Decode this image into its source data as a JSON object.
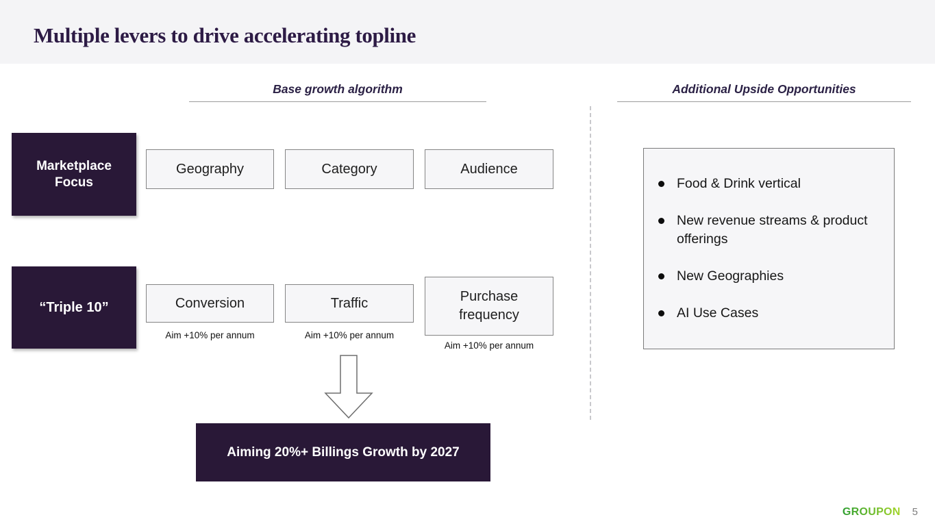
{
  "title": "Multiple levers to drive accelerating topline",
  "base": {
    "header": "Base growth algorithm",
    "row1_label": "Marketplace Focus",
    "row1_boxes": [
      "Geography",
      "Category",
      "Audience"
    ],
    "row2_label": "“Triple 10”",
    "row2_boxes": [
      "Conversion",
      "Traffic",
      "Purchase frequency"
    ],
    "aim_note": "Aim +10% per annum",
    "outcome": "Aiming 20%+ Billings Growth by 2027"
  },
  "upside": {
    "header": "Additional Upside Opportunities",
    "bullets": [
      "Food & Drink vertical",
      "New revenue streams & product offerings",
      "New Geographies",
      "AI Use Cases"
    ]
  },
  "footer": {
    "logo": "GROUPON",
    "page_number": "5"
  },
  "icons": {
    "flow_arrow": "arrow-down-icon"
  },
  "colors": {
    "dark_purple": "#291837",
    "title_text": "#2d1b45",
    "header_strip": "#f4f4f6",
    "box_fill": "#f6f6f8",
    "box_border": "#848484",
    "groupon_green_start": "#2e9e30",
    "groupon_green_end": "#a6d629"
  }
}
